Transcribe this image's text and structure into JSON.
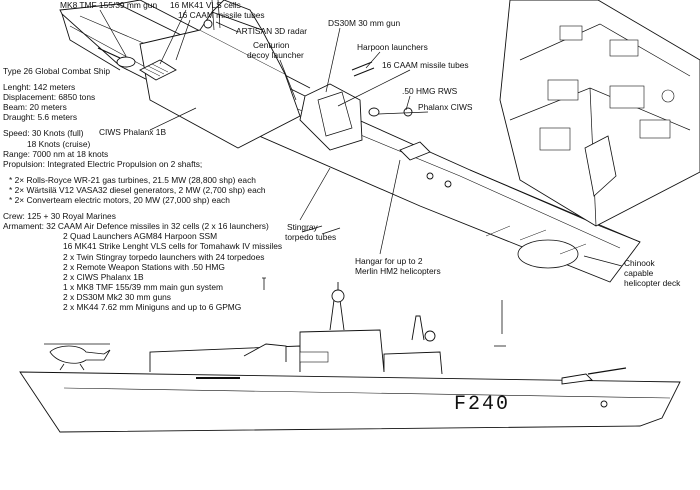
{
  "title": "Type 26 Global Combat Ship",
  "specs": {
    "length": "Lenght: 142 meters",
    "displacement": "Displacement: 6850 tons",
    "beam": "Beam: 20 meters",
    "draught": "Draught: 5.6 meters",
    "speed_full": "Speed: 30 Knots (full)",
    "speed_cruise": "18 Knots (cruise)",
    "range": "Range: 7000 nm at 18 knots",
    "propulsion": "Propulsion: Integrated Electric Propulsion on 2 shafts;",
    "prop_items": [
      "* 2× Rolls-Royce WR-21 gas turbines, 21.5 MW (28,800 shp) each",
      "* 2× Wärtsilä V12 VASA32 diesel generators, 2 MW (2,700 shp) each",
      "* 2× Converteam electric motors, 20 MW (27,000 shp) each"
    ],
    "crew": "Crew: 125 + 30 Royal Marines",
    "armament_head": "Armament: 32 CAAM Air Defence missiles in 32 cells (2 x 16 launchers)",
    "armament_items": [
      "2 Quad Launchers AGM84 Harpoon SSM",
      "16 MK41 Strike Lenght VLS cells for Tomahawk IV missiles",
      "2 x Twin  Stingray torpedo launchers with 24 torpedoes",
      "2 x Remote Weapon Stations with .50 HMG",
      "2 x CIWS Phalanx 1B",
      "1 x MK8 TMF 155/39 mm main gun system",
      "2 x DS30M Mk2 30 mm guns",
      "2 x MK44 7.62 mm Miniguns and up to 6 GPMG"
    ]
  },
  "callouts": {
    "mk8": "MK8 TMF 155/39 mm gun",
    "mk41": "16 MK41 VLS cells",
    "caam_fwd": "16 CAAM missile tubes",
    "artisan": "ARTISAN 3D radar",
    "ds30m": "DS30M 30 mm gun",
    "centurion": [
      "Centurion",
      "decoy launcher"
    ],
    "harpoon": "Harpoon launchers",
    "caam_aft": "16 CAAM missile tubes",
    "hmg": ".50 HMG RWS",
    "phalanx_r": "Phalanx CIWS",
    "phalanx_l": "CIWS Phalanx 1B",
    "stingray": [
      "Stingray",
      "torpedo tubes"
    ],
    "hangar": [
      "Hangar for up to 2",
      "Merlin HM2 helicopters"
    ],
    "chinook": [
      "Chinook",
      "capable",
      "helicopter deck"
    ]
  },
  "hull_number": "F240"
}
